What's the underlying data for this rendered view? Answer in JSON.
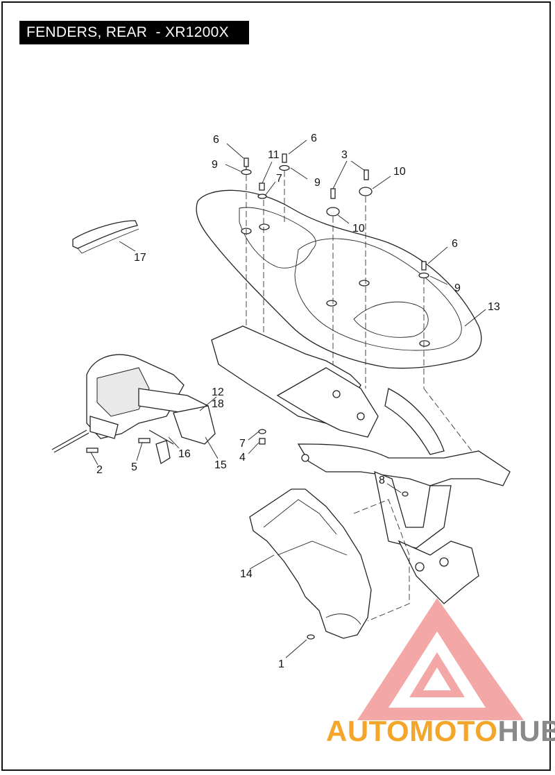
{
  "title": "FENDERS, REAR  - XR1200X",
  "callouts": [
    {
      "id": "c6a",
      "text": "6"
    },
    {
      "id": "c6b",
      "text": "6"
    },
    {
      "id": "c11",
      "text": "11"
    },
    {
      "id": "c3",
      "text": "3"
    },
    {
      "id": "c10a",
      "text": "10"
    },
    {
      "id": "c9a",
      "text": "9"
    },
    {
      "id": "c7a",
      "text": "7"
    },
    {
      "id": "c9b",
      "text": "9"
    },
    {
      "id": "c10b",
      "text": "10"
    },
    {
      "id": "c6c",
      "text": "6"
    },
    {
      "id": "c9c",
      "text": "9"
    },
    {
      "id": "c17",
      "text": "17"
    },
    {
      "id": "c13",
      "text": "13"
    },
    {
      "id": "c12",
      "text": "12"
    },
    {
      "id": "c18",
      "text": "18"
    },
    {
      "id": "c7b",
      "text": "7"
    },
    {
      "id": "c4",
      "text": "4"
    },
    {
      "id": "c2",
      "text": "2"
    },
    {
      "id": "c5",
      "text": "5"
    },
    {
      "id": "c16",
      "text": "16"
    },
    {
      "id": "c15",
      "text": "15"
    },
    {
      "id": "c8",
      "text": "8"
    },
    {
      "id": "c14",
      "text": "14"
    },
    {
      "id": "c1",
      "text": "1"
    }
  ],
  "watermark": {
    "part1": "AUTO",
    "part2": "MOTO",
    "part3": "HUB",
    "colors": {
      "logo": "#f08a8a",
      "auto": "#f4a62a",
      "hub": "#8a8a8a"
    }
  }
}
